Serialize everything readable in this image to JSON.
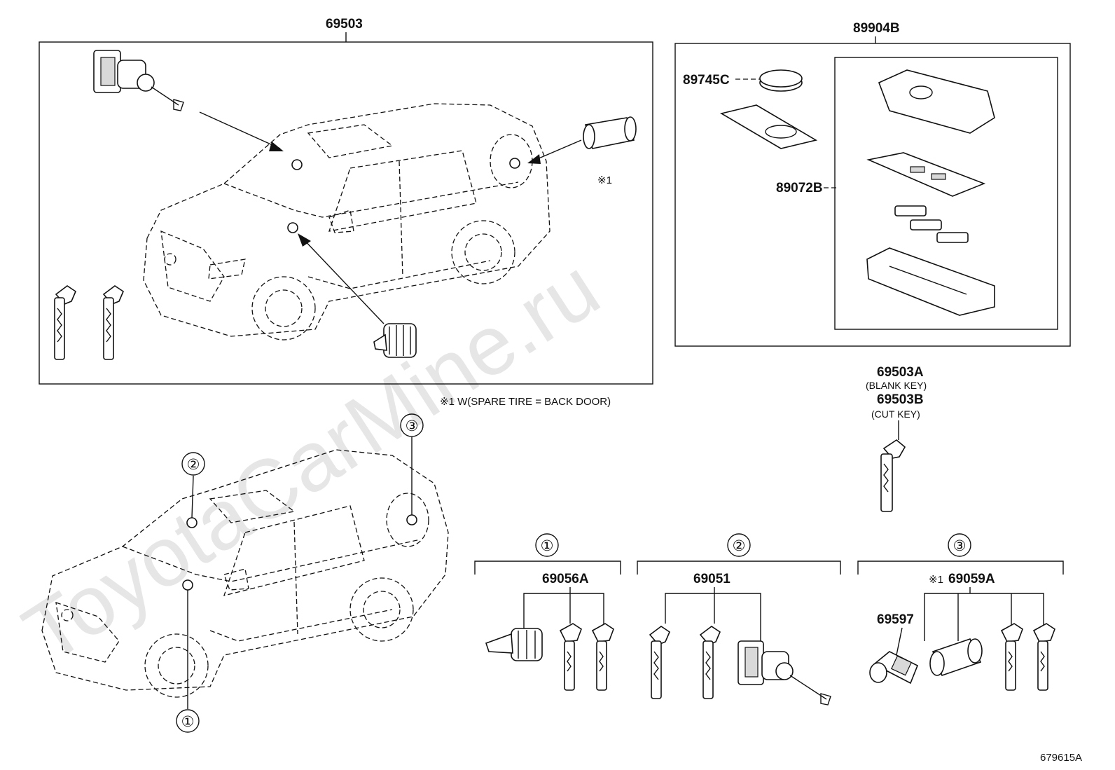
{
  "watermark": "ToyotaCarMine.ru",
  "parts": {
    "p69503": "69503",
    "p89904B": "89904B",
    "p89745C": "89745C",
    "p89072B": "89072B",
    "p69503A": "69503A",
    "blank_key": "(BLANK KEY)",
    "p69503B": "69503B",
    "cut_key": "(CUT KEY)",
    "p69056A": "69056A",
    "p69051": "69051",
    "p69059A": "69059A",
    "p69597": "69597"
  },
  "notes": {
    "ref1": "※1",
    "spare_tire_note": "※1 W(SPARE TIRE = BACK DOOR)",
    "ref1_inline": "※1"
  },
  "callouts": {
    "c1": "①",
    "c2": "②",
    "c3": "③"
  },
  "diagram_code": "679615A"
}
